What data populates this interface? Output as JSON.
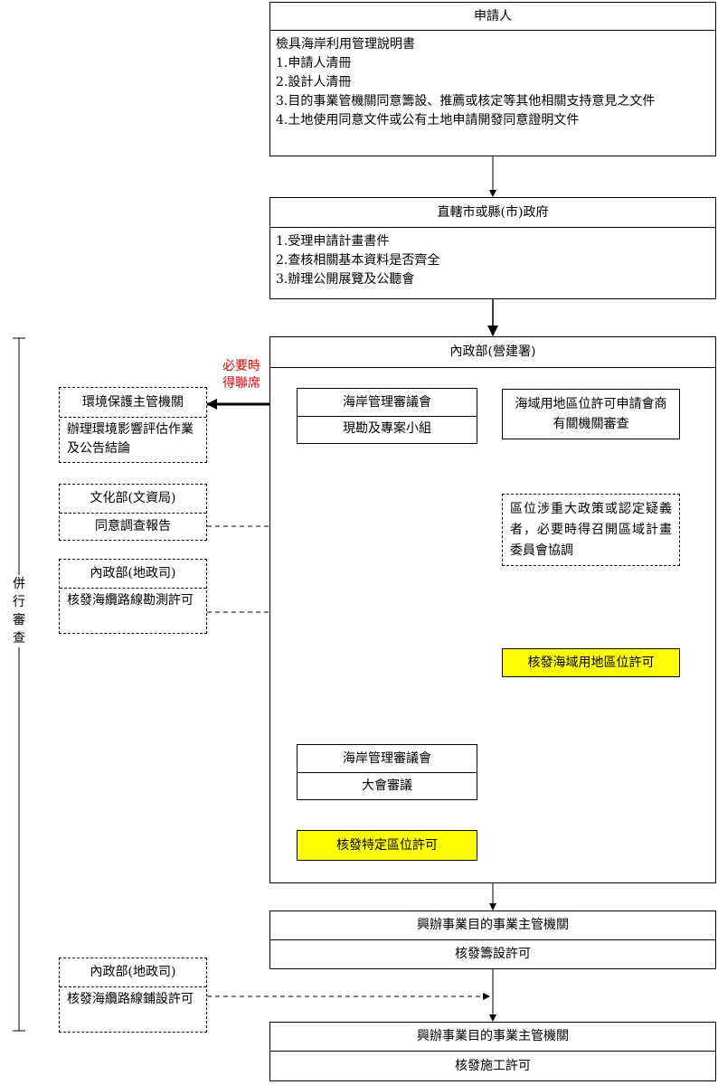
{
  "applicant": {
    "title": "申請人",
    "intro": "檢具海岸利用管理說明書",
    "items": [
      "1.申請人清冊",
      "2.設計人清冊",
      "3.目的事業管機關同意籌設、推薦或核定等其他相關支持意見之文件",
      "4.土地使用同意文件或公有土地申請開發同意證明文件"
    ]
  },
  "local_gov": {
    "title": "直轄市或縣(市)政府",
    "items": [
      "1.受理申請計畫書件",
      "2.查核相關基本資料是否齊全",
      "3.辦理公開展覽及公聽會"
    ]
  },
  "interior": {
    "title": "內政部(營建署)",
    "council": {
      "title": "海岸管理審議會",
      "sub": "現勘及專案小組"
    },
    "sea_permit_apply": "海域用地區位許可申請會商有關機關審查",
    "major_policy": "區位涉重大政策或認定疑義者，必要時得召開區域計畫委員會協調",
    "sea_permit_issue": "核發海域用地區位許可",
    "council_general": {
      "title": "海岸管理審議會",
      "sub": "大會審議"
    },
    "specific_permit": "核發特定區位許可"
  },
  "side": {
    "parallel_label": [
      "併",
      "行",
      "審",
      "查"
    ],
    "attend_note": [
      "必要時",
      "得聯席"
    ],
    "env": {
      "title": "環境保護主管機關",
      "body": "辦理環境影響評估作業及公告結論"
    },
    "culture": {
      "title": "文化部(文資局)",
      "body": "同意調查報告"
    },
    "land1": {
      "title": "內政部(地政司)",
      "body": "核發海纜路線勘測許可"
    },
    "land2": {
      "title": "內政部(地政司)",
      "body": "核發海纜路線鋪設許可"
    }
  },
  "authority1": {
    "title": "興辦事業目的事業主管機關",
    "sub": "核發籌設許可"
  },
  "authority2": {
    "title": "興辦事業目的事業主管機關",
    "sub": "核發施工許可"
  }
}
